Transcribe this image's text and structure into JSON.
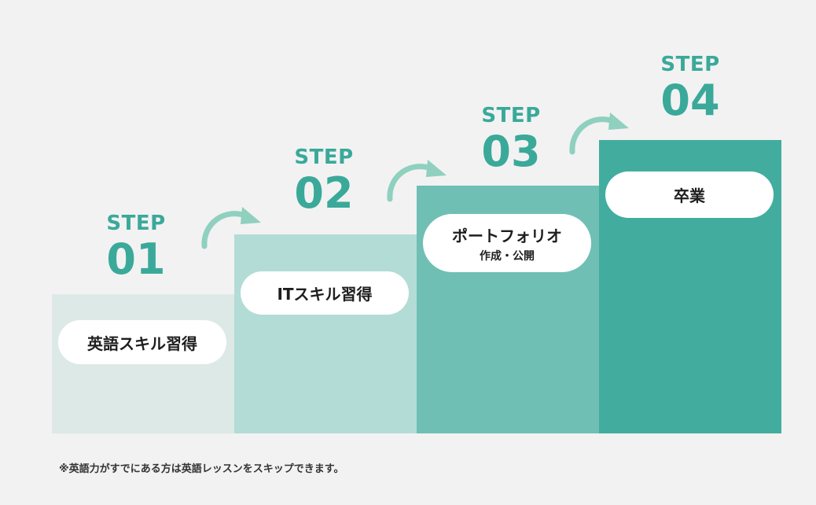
{
  "steps": [
    {
      "label": "STEP",
      "number": "01",
      "title": "英語スキル習得",
      "color": "#dde9e6"
    },
    {
      "label": "STEP",
      "number": "02",
      "title": "ITスキル習得",
      "color": "#b3dcd6"
    },
    {
      "label": "STEP",
      "number": "03",
      "title": "ポートフォリオ",
      "subtitle": "作成・公開",
      "color": "#6fbfb5"
    },
    {
      "label": "STEP",
      "number": "04",
      "title": "卒業",
      "color": "#42ad9f"
    }
  ],
  "accent": "#3aa99a",
  "arrow_color": "#8fd0bf",
  "footnote": "※英語力がすでにある方は英語レッスンをスキップできます。"
}
